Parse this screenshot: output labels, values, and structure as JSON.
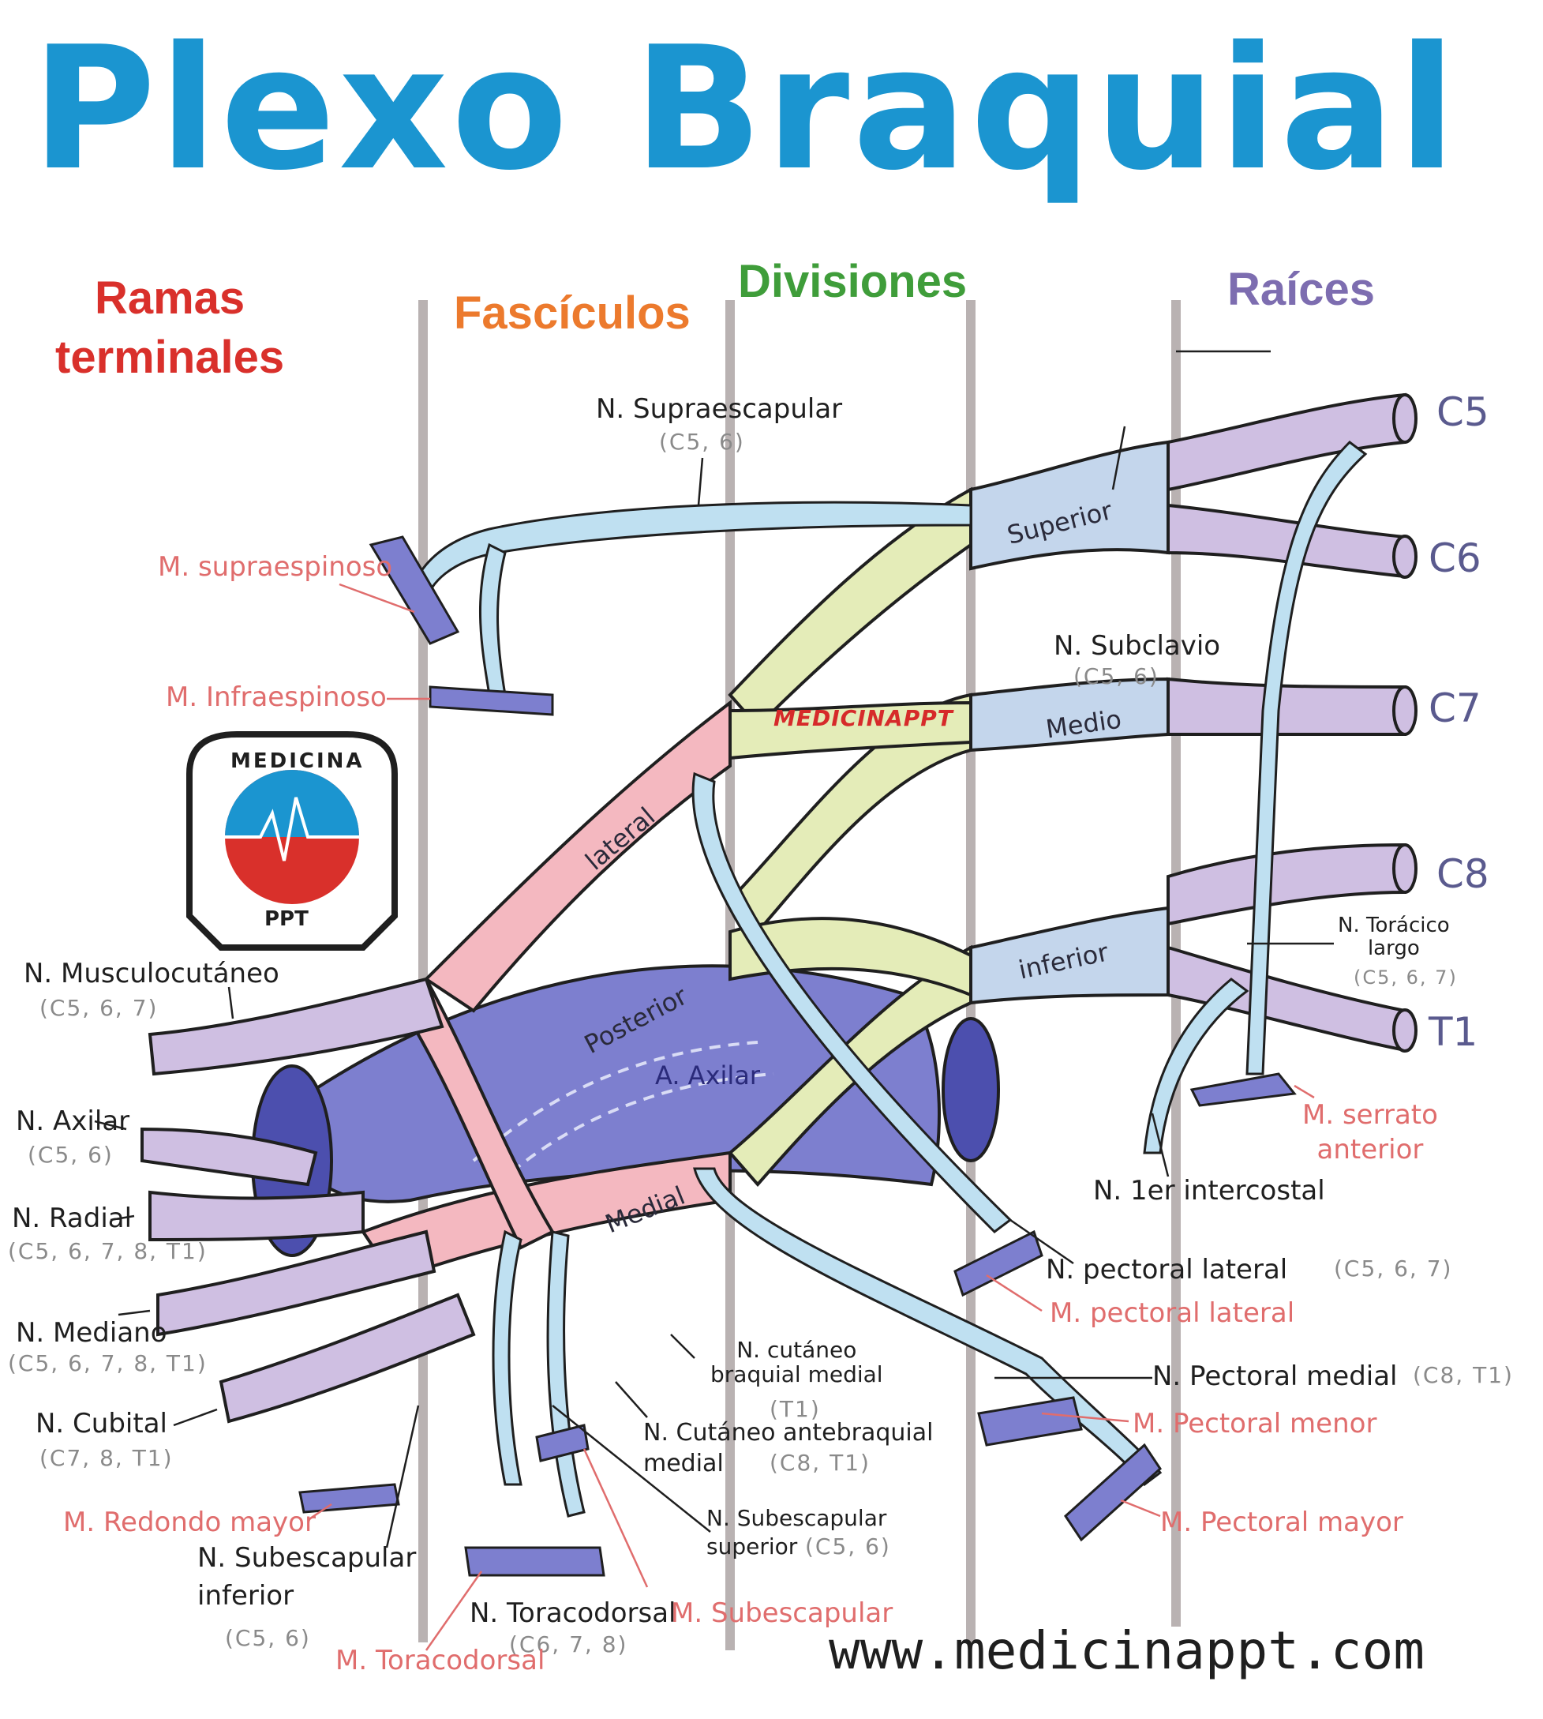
{
  "title": "Plexo Braquial",
  "headers": {
    "ramas": "Ramas\nterminales",
    "fasciculos": "Fascículos",
    "divisiones": "Divisiones",
    "raices": "Raíces"
  },
  "colors": {
    "title": "#1b95d0",
    "ramas": "#d9302b",
    "fasciculos": "#ec7a2d",
    "divisiones": "#3f9d3a",
    "raices": "#7d6db0",
    "root_fill": "#cfbfe2",
    "trunk_fill": "#c4d6ec",
    "division_fill": "#e4ecb8",
    "lateral_cord": "#f4b8c0",
    "posterior_cord": "#7d7fcf",
    "nerve_thin": "#bfe0f1",
    "muscle_label": "#e06d6d"
  },
  "roots": [
    "C5",
    "C6",
    "C7",
    "C8",
    "T1"
  ],
  "trunks": {
    "superior": "Superior",
    "medio": "Medio",
    "inferior": "inferior"
  },
  "cords": {
    "lateral": "lateral",
    "posterior": "Posterior",
    "medial": "Medial"
  },
  "artery": "A. Axilar",
  "brand": "MEDICINAPPT",
  "logo": {
    "top": "MEDICINA",
    "bottom": "PPT"
  },
  "website": "www.medicinappt.com",
  "nerves": {
    "supraescapular": {
      "name": "N. Supraescapular",
      "roots": "(C5, 6)"
    },
    "subclavio": {
      "name": "N. Subclavio",
      "roots": "(C5, 6)"
    },
    "toracico_largo": {
      "name": "N. Torácico\nlargo",
      "roots": "(C5, 6, 7)"
    },
    "intercostal": {
      "name": "N. 1er intercostal"
    },
    "pectoral_lateral": {
      "name": "N. pectoral  lateral",
      "roots": "(C5, 6, 7)"
    },
    "pectoral_medial": {
      "name": "N. Pectoral medial",
      "roots": "(C8, T1)"
    },
    "musculocutaneo": {
      "name": "N. Musculocutáneo",
      "roots": "(C5, 6, 7)"
    },
    "axilar": {
      "name": "N. Axilar",
      "roots": "(C5, 6)"
    },
    "radial": {
      "name": "N. Radial",
      "roots": "(C5, 6, 7, 8, T1)"
    },
    "mediano": {
      "name": "N. Mediano",
      "roots": "(C5, 6, 7, 8, T1)"
    },
    "cubital": {
      "name": "N. Cubital",
      "roots": "(C7, 8, T1)"
    },
    "cutaneo_braquial": {
      "name": "N. cutáneo\nbraquial medial",
      "roots": "(T1)"
    },
    "cutaneo_antebraquial": {
      "name": "N. Cutáneo antebraquial\nmedial",
      "roots": "(C8, T1)"
    },
    "subescapular_superior": {
      "name": "N. Subescapular\nsuperior",
      "roots": "(C5, 6)"
    },
    "subescapular_inferior": {
      "name": "N. Subescapular\ninferior",
      "roots": "(C5, 6)"
    },
    "toracodorsal": {
      "name": "N. Toracodorsal",
      "roots": "(C6, 7, 8)"
    }
  },
  "muscles": {
    "supraespinoso": "M. supraespinoso",
    "infraespinoso": "M. Infraespinoso",
    "serrato": "M. serrato\nanterior",
    "pectoral_lateral": "M. pectoral  lateral",
    "pectoral_menor": "M. Pectoral menor",
    "pectoral_mayor": "M. Pectoral mayor",
    "redondo_mayor": "M. Redondo mayor",
    "toracodorsal": "M. Toracodorsal",
    "subescapular": "M. Subescapular"
  }
}
